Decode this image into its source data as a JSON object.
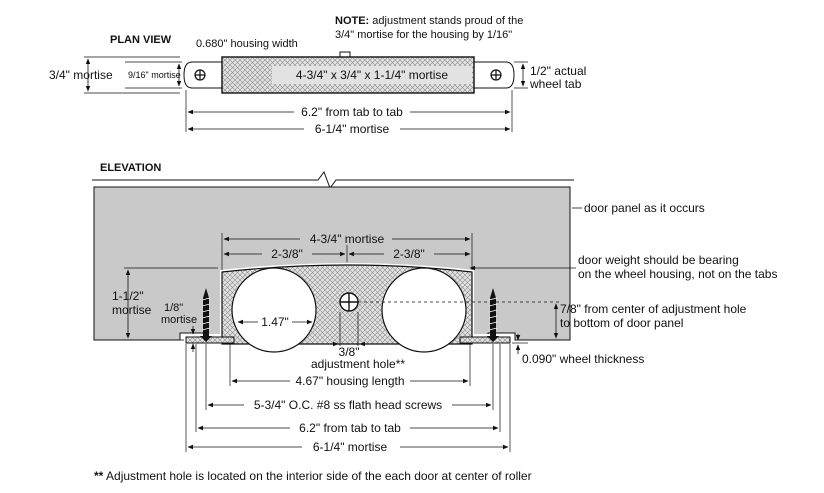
{
  "plan": {
    "title": "PLAN VIEW",
    "note_bold": "NOTE:",
    "note_line1": " adjustment stands proud of the",
    "note_line2": "3/4\" mortise for the housing by 1/16\"",
    "housing_width": "0.680\" housing width",
    "mortise_34": "3/4\" mortise",
    "mortise_916": "9/16\" mortise",
    "center_label": "4-3/4\" x 3/4\" x 1-1/4\" mortise",
    "wheel_tab_1": "1/2\" actual",
    "wheel_tab_2": "wheel tab",
    "tab_to_tab": "6.2\" from tab to tab",
    "mortise_total": "6-1/4\" mortise"
  },
  "elevation": {
    "title": "ELEVATION",
    "door_panel": "door panel as it occurs",
    "mortise_434": "4-3/4\" mortise",
    "half_left": "2-3/8\"",
    "half_right": "2-3/8\"",
    "weight_1": "door weight should be bearing",
    "weight_2": "on the wheel housing, not on the tabs",
    "mortise_112_a": "1-1/2\"",
    "mortise_112_b": "mortise",
    "mortise_18_a": "1/8\"",
    "mortise_18_b": "mortise",
    "wheel_dia": "1.47\"",
    "hole_size": "3/8\"",
    "hole_label": "adjustment hole**",
    "center_1": "7/8\" from center of adjustment hole",
    "center_2": "to bottom of door panel",
    "wheel_thickness": "0.090\" wheel thickness",
    "housing_length": "4.67\" housing length",
    "screws": "5-3/4\" O.C. #8 ss flath head screws",
    "tab_to_tab": "6.2\" from tab to tab",
    "mortise_total": "6-1/4\" mortise"
  },
  "footnote_bold": "**",
  "footnote": " Adjustment hole is located on the interior side of the each door at center of roller",
  "colors": {
    "panel": "#c9c9c9",
    "housing": "#d9d9d9",
    "ink": "#111111"
  },
  "icons": [
    "crosshair-hole-icon",
    "screw-icon",
    "break-line-icon"
  ]
}
